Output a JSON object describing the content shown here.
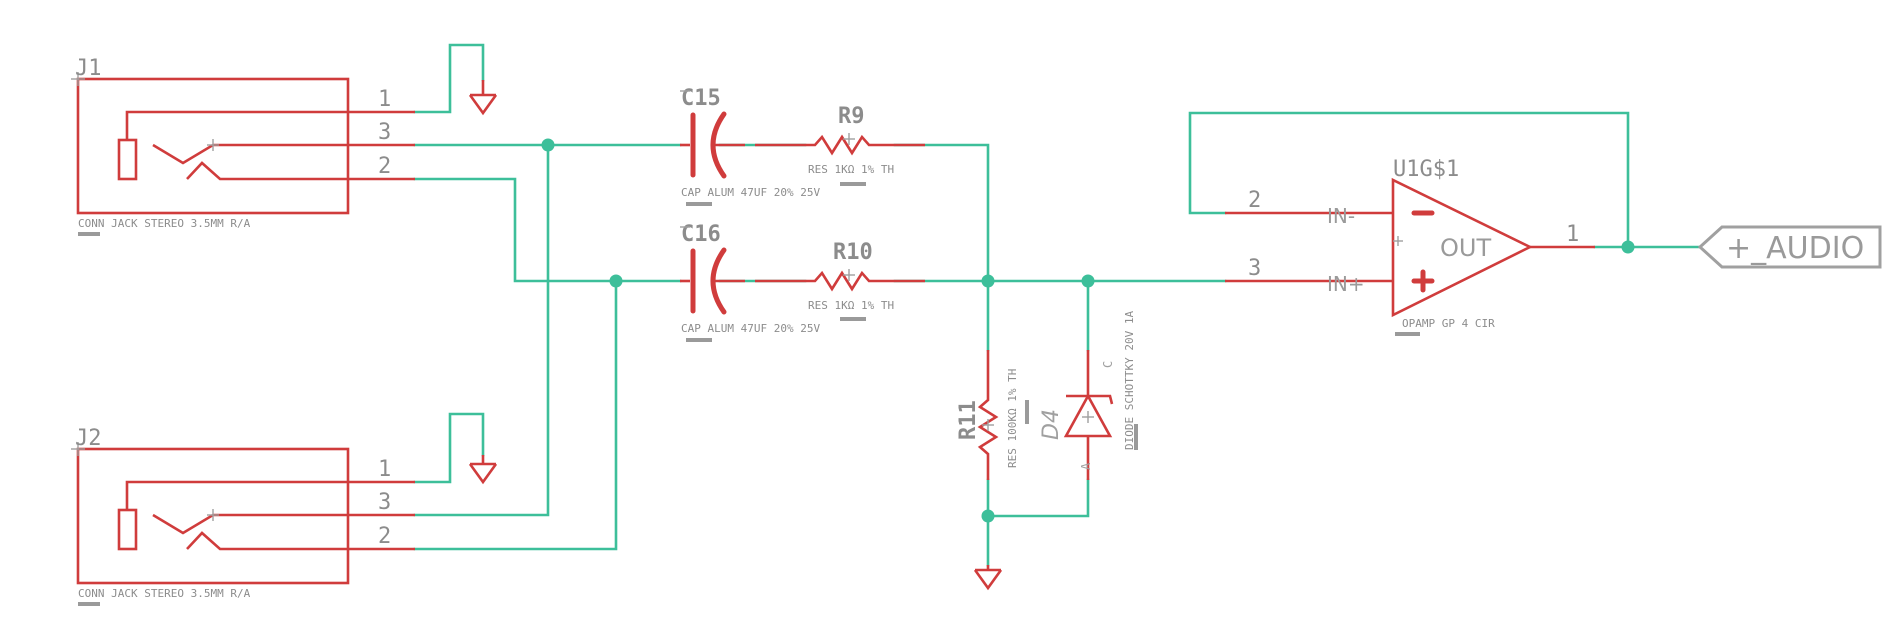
{
  "components": {
    "j1": {
      "ref": "J1",
      "value": "CONN JACK STEREO 3.5MM R/A",
      "pins": [
        "1",
        "3",
        "2"
      ]
    },
    "j2": {
      "ref": "J2",
      "value": "CONN JACK STEREO 3.5MM R/A",
      "pins": [
        "1",
        "3",
        "2"
      ]
    },
    "c15": {
      "ref": "C15",
      "value": "CAP ALUM 47UF 20% 25V"
    },
    "c16": {
      "ref": "C16",
      "value": "CAP ALUM 47UF 20% 25V"
    },
    "r9": {
      "ref": "R9",
      "value": "RES 1KΩ 1% TH"
    },
    "r10": {
      "ref": "R10",
      "value": "RES 1KΩ 1% TH"
    },
    "r11": {
      "ref": "R11",
      "value": "RES 100KΩ 1% TH"
    },
    "d4": {
      "ref": "D4",
      "value": "DIODE SCHOTTKY 20V 1A",
      "anode": "A",
      "cathode": "C"
    },
    "u1": {
      "ref": "U1G$1",
      "value": "OPAMP GP 4 CIR",
      "out_label": "OUT",
      "in_neg_label": "IN-",
      "in_pos_label": "IN+",
      "pin_neg": "2",
      "pin_pos": "3",
      "pin_out": "1"
    }
  },
  "net_label": "+_AUDIO"
}
